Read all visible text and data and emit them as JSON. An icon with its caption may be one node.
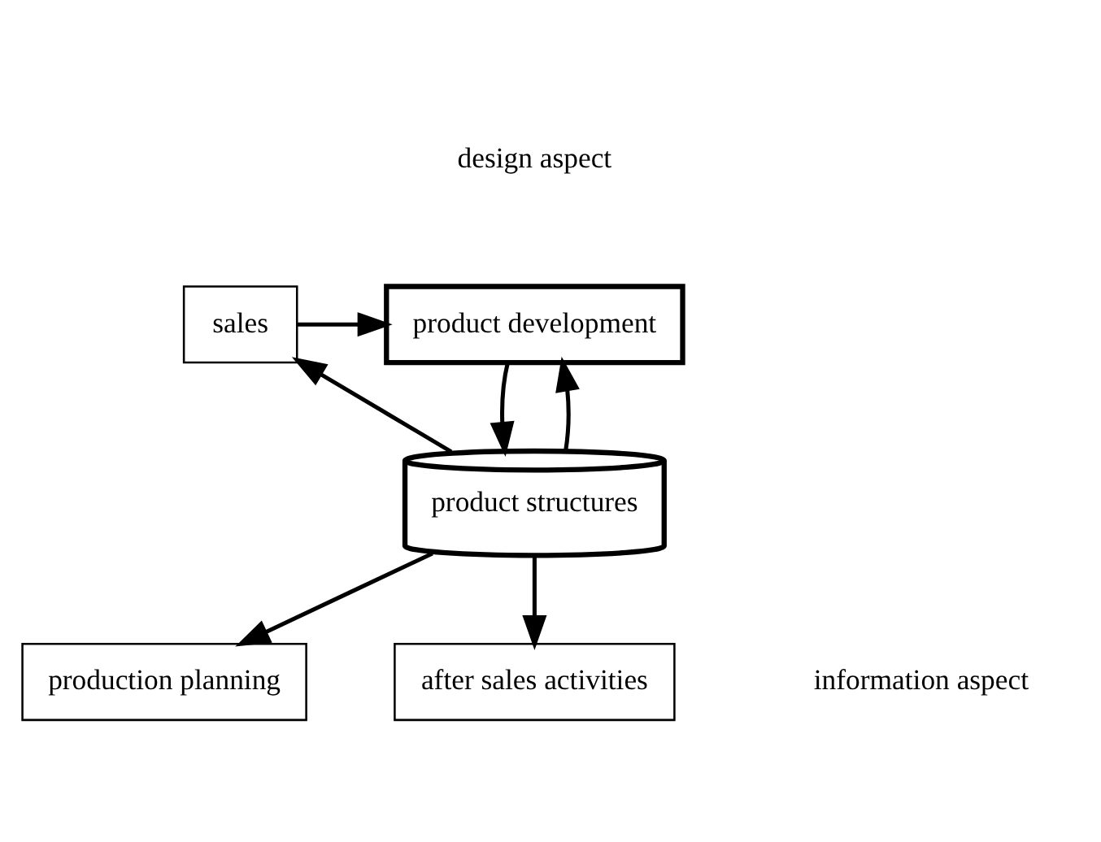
{
  "diagram": {
    "nodes": [
      {
        "text": [
          "sales"
        ]
      },
      {
        "text": [
          "product development"
        ]
      },
      {
        "text": [
          "product structures"
        ]
      },
      {
        "text": [
          "production planning"
        ]
      },
      {
        "text": [
          "after sales activities"
        ]
      }
    ],
    "edges": [
      {
        "from": 0,
        "to": 1,
        "arrow": "to"
      },
      {
        "from": 1,
        "to": 2,
        "arrow": "to"
      },
      {
        "from": 2,
        "to": 1,
        "arrow": "to"
      },
      {
        "from": 2,
        "to": 0,
        "arrow": "to"
      },
      {
        "from": 2,
        "to": 3,
        "arrow": "to"
      },
      {
        "from": 2,
        "to": 4,
        "arrow": "to"
      }
    ],
    "labels": [
      "design aspect",
      "information aspect"
    ]
  }
}
